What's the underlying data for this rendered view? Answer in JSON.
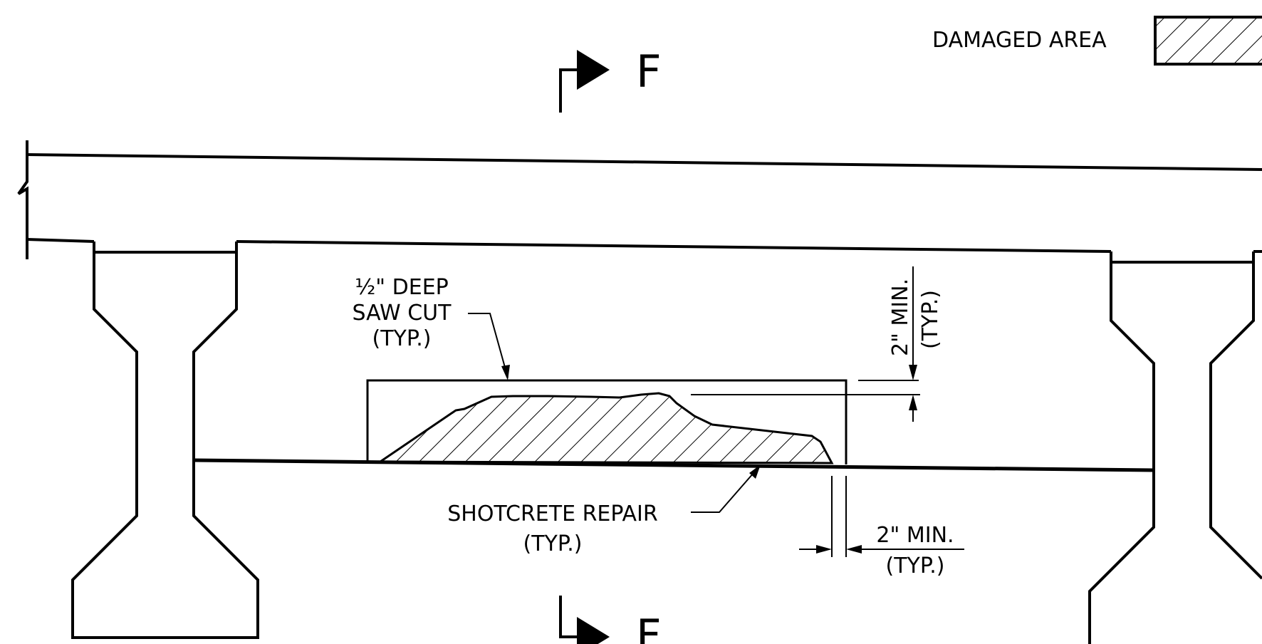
{
  "legend": {
    "label": "DAMAGED AREA"
  },
  "section_marks": {
    "top_letter": "F",
    "bottom_letter": "F"
  },
  "notes": {
    "saw_cut": {
      "line1": "½\"  DEEP",
      "line2": "SAW CUT",
      "line3": "(TYP.)"
    },
    "shotcrete": {
      "line1": "SHOTCRETE REPAIR",
      "line2": "(TYP.)"
    }
  },
  "dimensions": {
    "vertical": {
      "line1": "2\" MIN.",
      "line2": "(TYP.)"
    },
    "horizontal": {
      "line1": "2\" MIN.",
      "line2": "(TYP.)"
    }
  },
  "colors": {
    "ink": "#000000",
    "paper": "#ffffff"
  }
}
